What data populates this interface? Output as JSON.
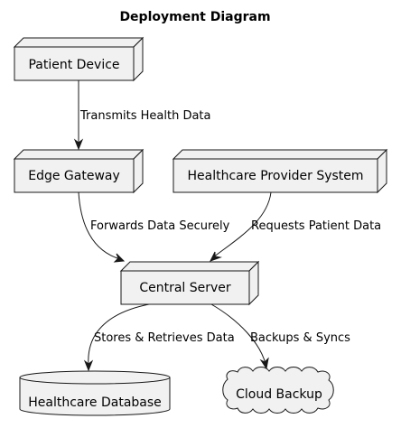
{
  "diagram": {
    "title": "Deployment Diagram",
    "nodes": {
      "patient_device": "Patient Device",
      "edge_gateway": "Edge Gateway",
      "provider_system": "Healthcare Provider System",
      "central_server": "Central Server",
      "database": "Healthcare Database",
      "cloud_backup": "Cloud Backup"
    },
    "edges": {
      "transmits": "Transmits Health Data",
      "forwards": "Forwards Data Securely",
      "requests": "Requests Patient Data",
      "stores": "Stores & Retrieves Data",
      "backups": "Backups & Syncs"
    }
  }
}
